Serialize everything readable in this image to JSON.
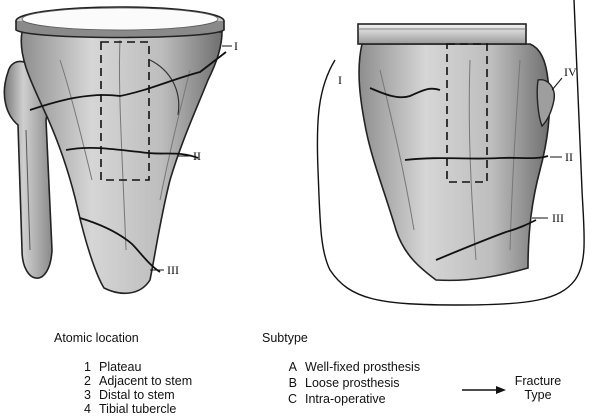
{
  "zone_labels": {
    "left": [
      "I",
      "II",
      "III"
    ],
    "right": [
      "I",
      "IV",
      "II",
      "III"
    ]
  },
  "legend": {
    "location_heading": "Atomic location",
    "locations": [
      {
        "num": "1",
        "label": "Plateau"
      },
      {
        "num": "2",
        "label": "Adjacent to stem"
      },
      {
        "num": "3",
        "label": "Distal to stem"
      },
      {
        "num": "4",
        "label": "Tibial tubercle"
      }
    ],
    "subtype_heading": "Subtype",
    "subtypes": [
      {
        "code": "A",
        "label": "Well-fixed prosthesis"
      },
      {
        "code": "B",
        "label": "Loose prosthesis"
      },
      {
        "code": "C",
        "label": "Intra-operative"
      }
    ],
    "fracture_type": [
      "Fracture",
      "Type"
    ]
  }
}
